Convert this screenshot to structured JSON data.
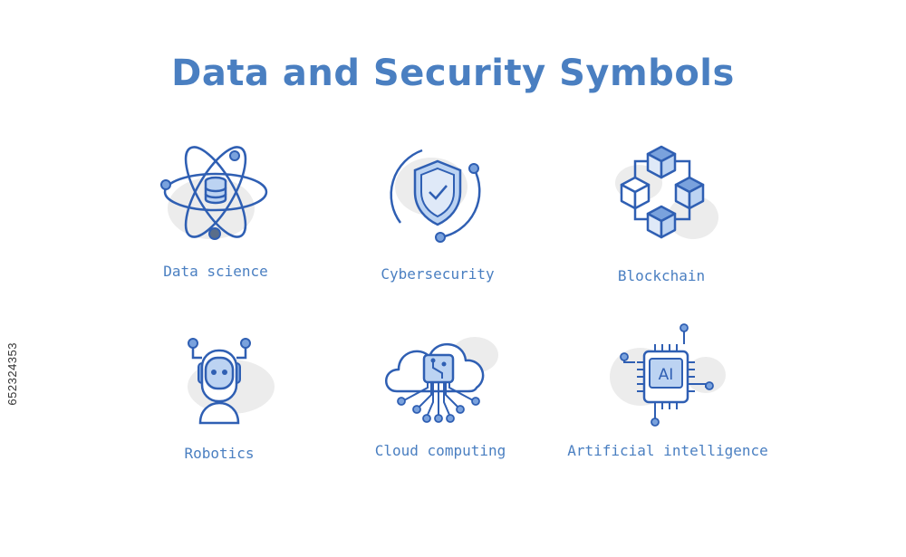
{
  "title": "Data and Security Symbols",
  "side_id": "652324353",
  "colors": {
    "primary": "#2f5fb3",
    "accent": "#7aa2dd",
    "text": "#4a7fc1",
    "blob": "#ececec"
  },
  "items": [
    {
      "label": "Data science",
      "icon": "atom-database-icon"
    },
    {
      "label": "Cybersecurity",
      "icon": "shield-check-icon"
    },
    {
      "label": "Blockchain",
      "icon": "blockchain-cubes-icon"
    },
    {
      "label": "Robotics",
      "icon": "robot-head-icon"
    },
    {
      "label": "Cloud computing",
      "icon": "cloud-circuit-icon"
    },
    {
      "label": "Artificial intelligence",
      "icon": "ai-chip-icon"
    }
  ]
}
